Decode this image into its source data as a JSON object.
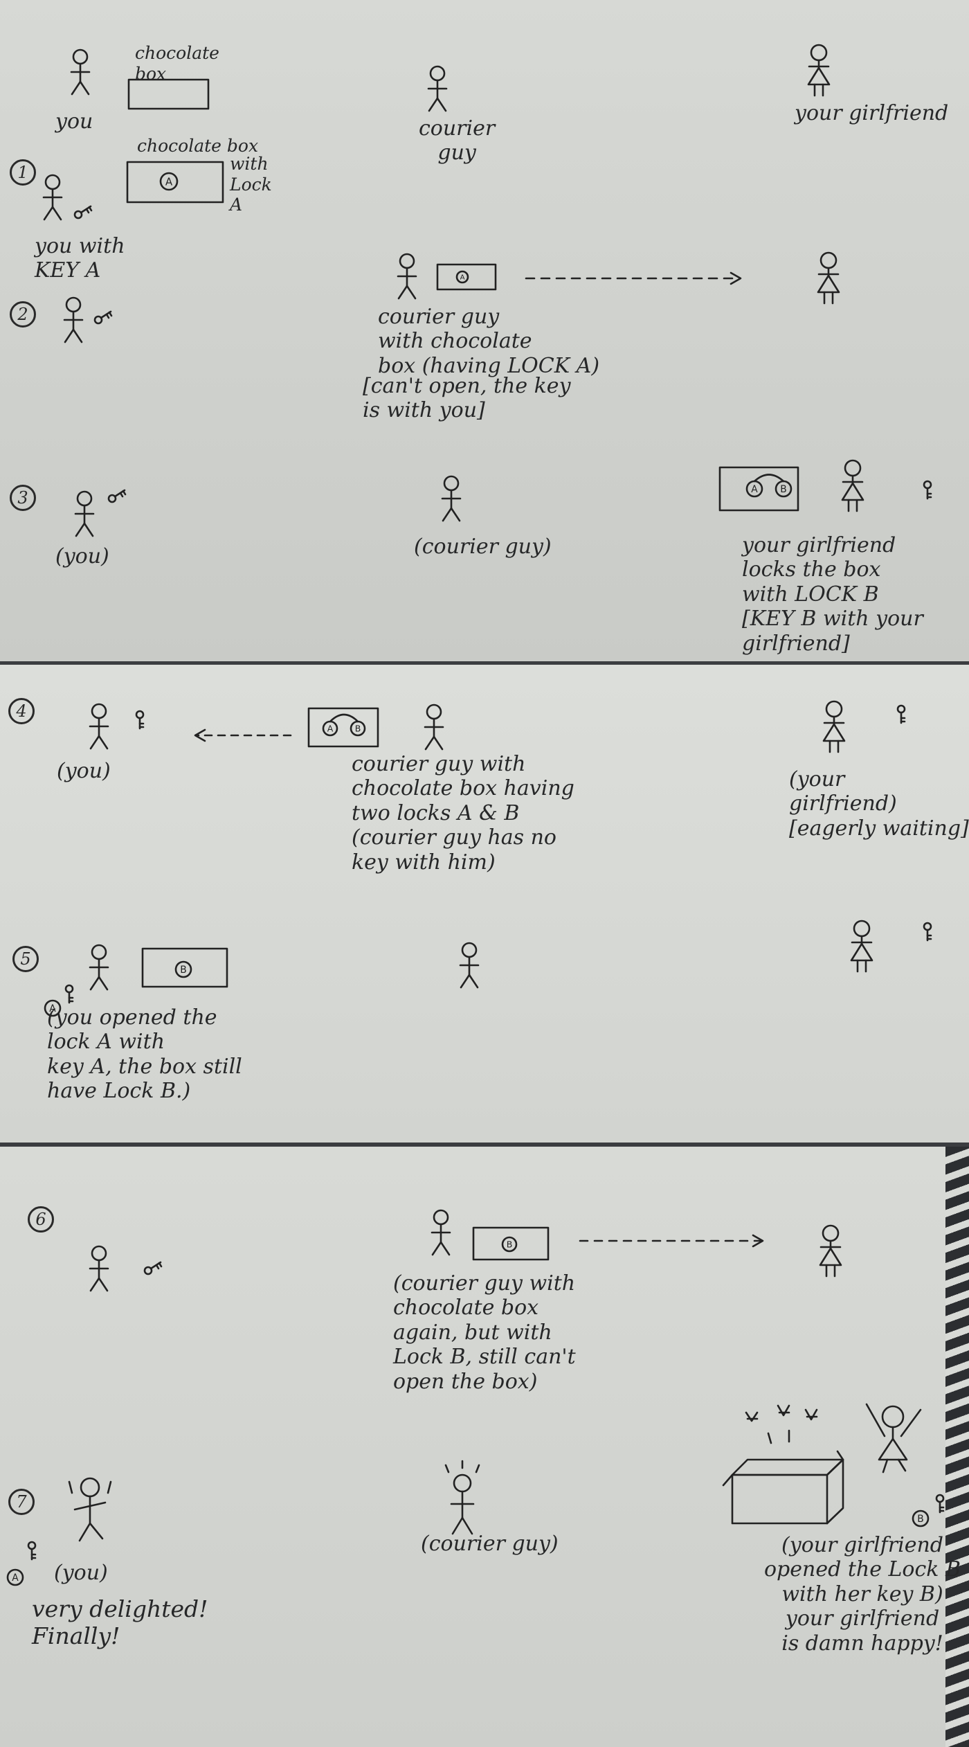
{
  "panel1": {
    "you": "you",
    "box_caption": "chocolate\n box",
    "courier": "courier\nguy",
    "girlfriend": "your girlfriend",
    "step1_box": "chocolate box",
    "step1_with_lock": "with\nLock\n A",
    "step1_you": "you with\nKEY A",
    "step2_courier": "courier guy\nwith chocolate\nbox (having LOCK A)",
    "step2_note": "[can't open, the key\n is with you]",
    "step3_you": "(you)",
    "step3_courier": "(courier guy)",
    "step3_gf": "your girlfriend\nlocks the box\nwith LOCK B\n[KEY B with your\n girlfriend]"
  },
  "panel2": {
    "step4_you": "(you)",
    "step4_courier": "courier guy with\nchocolate box having\ntwo locks A & B\n(courier guy has no\n key with him)",
    "step4_gf": "(your\ngirlfriend)\n[eagerly waiting]",
    "step5_text": "(you opened the\nlock A with\nkey A, the box still\nhave Lock B.)"
  },
  "panel3": {
    "step6_courier": "(courier guy with\n chocolate box\n again, but with\n Lock B, still can't\n open the box)",
    "step7_you": "(you)",
    "step7_delight": "very delighted!\nFinally!",
    "step7_courier": "(courier guy)",
    "step7_gf": "(your girlfriend\nopened the Lock B\nwith her key B)\nyour girlfriend\nis damn happy!"
  },
  "steps": [
    "1",
    "2",
    "3",
    "4",
    "5",
    "6",
    "7"
  ],
  "lock_letters": {
    "a": "A",
    "b": "B"
  }
}
